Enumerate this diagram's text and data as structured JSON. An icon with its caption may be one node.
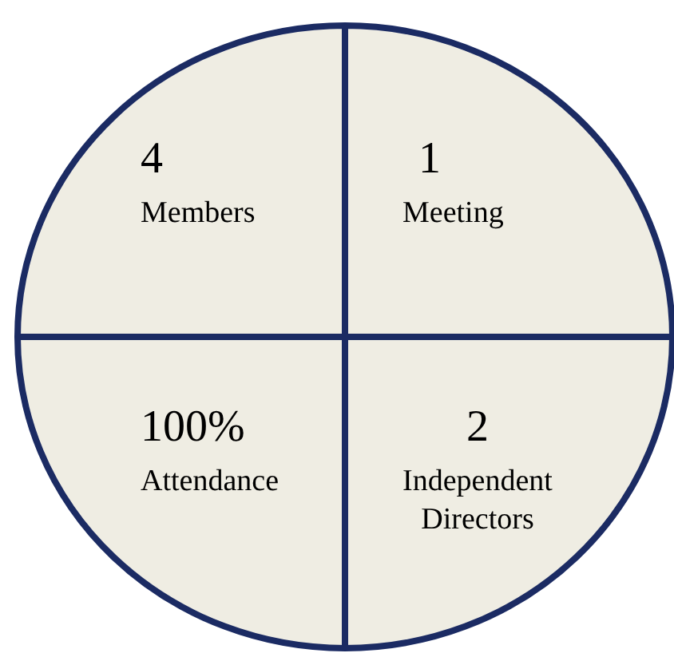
{
  "diagram": {
    "nodes": [
      {
        "text": [
          "4",
          "Members"
        ]
      },
      {
        "text": [
          "1",
          "Meeting"
        ]
      },
      {
        "text": [
          "100%",
          "Attendance"
        ]
      },
      {
        "text": [
          "2",
          "Independent Directors"
        ]
      }
    ]
  }
}
